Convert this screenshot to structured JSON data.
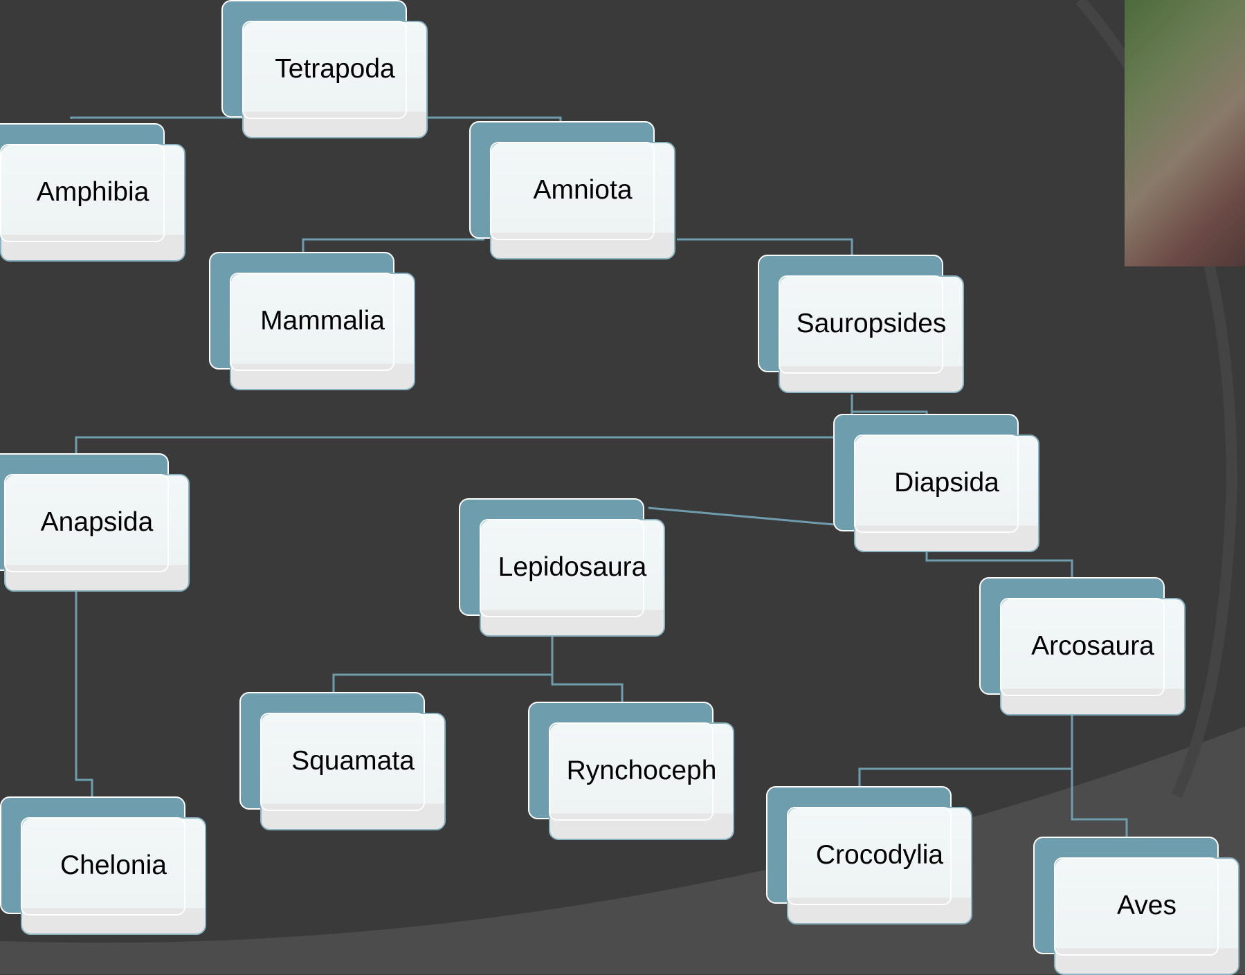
{
  "diagram": {
    "type": "tree",
    "nodes": [
      {
        "id": "tetrapoda",
        "label": "Tetrapoda"
      },
      {
        "id": "amphibia",
        "label": "Amphibia"
      },
      {
        "id": "amniota",
        "label": "Amniota"
      },
      {
        "id": "mammalia",
        "label": "Mammalia"
      },
      {
        "id": "sauropsides",
        "label": "Sauropsides"
      },
      {
        "id": "anapsida",
        "label": "Anapsida"
      },
      {
        "id": "diapsida",
        "label": "Diapsida"
      },
      {
        "id": "lepidosaura",
        "label": "Lepidosaura"
      },
      {
        "id": "arcosaura",
        "label": "Arcosaura"
      },
      {
        "id": "chelonia",
        "label": "Chelonia"
      },
      {
        "id": "squamata",
        "label": "Squamata"
      },
      {
        "id": "rynchoceph",
        "label": "Rynchoceph"
      },
      {
        "id": "crocodylia",
        "label": "Crocodylia"
      },
      {
        "id": "aves",
        "label": "Aves"
      }
    ],
    "edges": [
      [
        "tetrapoda",
        "amphibia"
      ],
      [
        "tetrapoda",
        "amniota"
      ],
      [
        "amniota",
        "mammalia"
      ],
      [
        "amniota",
        "sauropsides"
      ],
      [
        "sauropsides",
        "anapsida"
      ],
      [
        "sauropsides",
        "diapsida"
      ],
      [
        "anapsida",
        "chelonia"
      ],
      [
        "diapsida",
        "lepidosaura"
      ],
      [
        "diapsida",
        "arcosaura"
      ],
      [
        "lepidosaura",
        "squamata"
      ],
      [
        "lepidosaura",
        "rynchoceph"
      ],
      [
        "arcosaura",
        "crocodylia"
      ],
      [
        "arcosaura",
        "aves"
      ]
    ]
  },
  "photo": {
    "subject": "tuatara-photo"
  },
  "colors": {
    "background": "#3a3a3a",
    "node_back": "#6e9eae",
    "node_front": "#f2f7f8",
    "connector": "#6e9eae"
  }
}
